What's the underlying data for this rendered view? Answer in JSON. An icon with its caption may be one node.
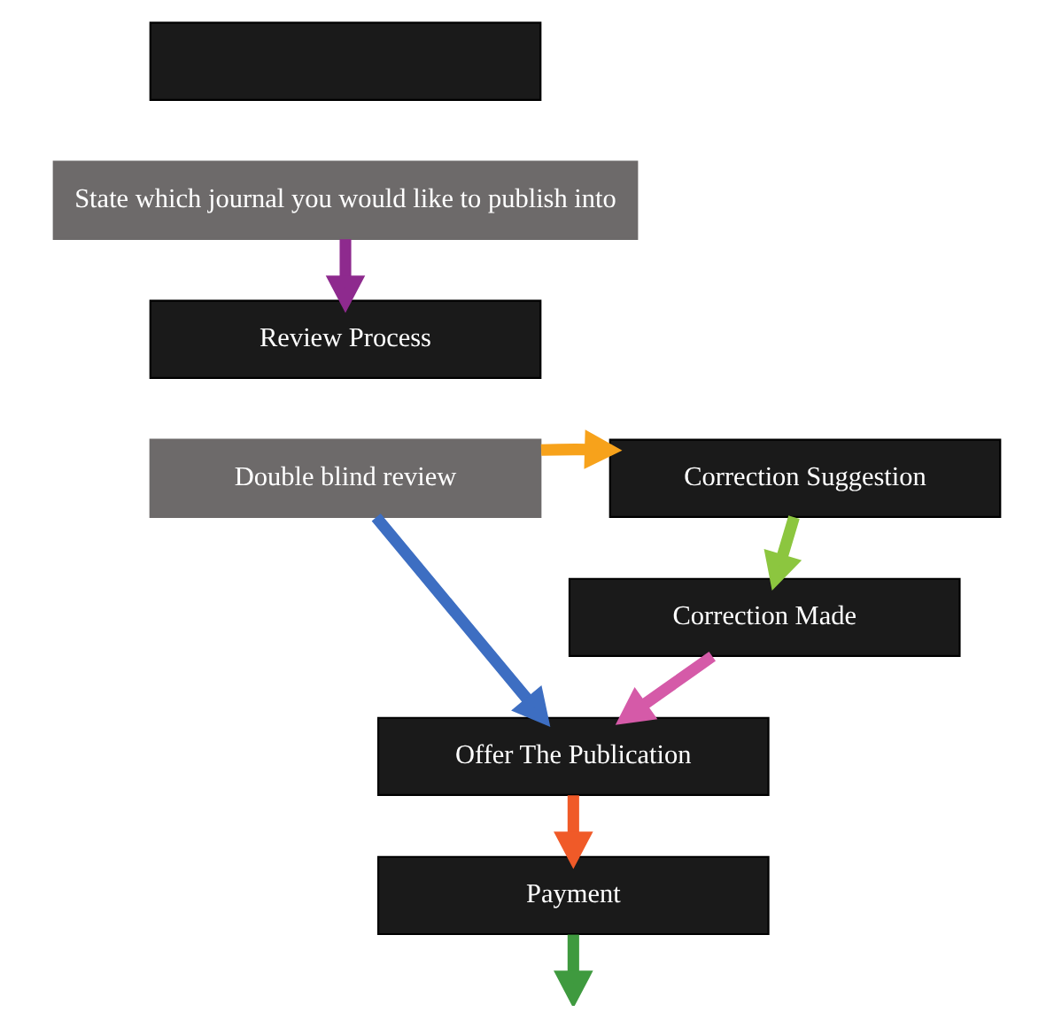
{
  "diagram": {
    "nodes": [
      {
        "text": [],
        "shape": "box"
      },
      {
        "text": [
          "State which journal you would like to publish into"
        ]
      },
      {
        "text": [
          "Review Process"
        ]
      },
      {
        "text": [
          "Double blind review"
        ]
      },
      {
        "text": [
          "Correction Suggestion"
        ]
      },
      {
        "text": [
          "Correction Made"
        ]
      },
      {
        "text": [
          "Offer The Publication"
        ]
      },
      {
        "text": [
          "Payment"
        ]
      }
    ],
    "edges": [
      {
        "from": 1,
        "to": 2,
        "arrow": "to",
        "color": "#8e2a8e"
      },
      {
        "from": 3,
        "to": 4,
        "arrow": "to",
        "color": "#f7a21b"
      },
      {
        "from": 3,
        "to": 6,
        "arrow": "to",
        "color": "#3d6ec2"
      },
      {
        "from": 4,
        "to": 5,
        "arrow": "to",
        "color": "#8cc63f"
      },
      {
        "from": 5,
        "to": 6,
        "arrow": "to",
        "color": "#d55aa8"
      },
      {
        "from": 6,
        "to": 7,
        "arrow": "to",
        "color": "#f05a28"
      },
      {
        "from": 7,
        "to": null,
        "arrow": "to",
        "color": "#3f9a3f"
      }
    ]
  }
}
